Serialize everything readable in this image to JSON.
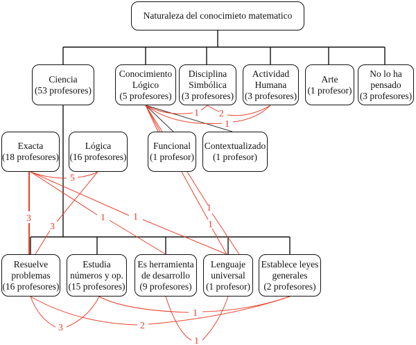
{
  "root": {
    "id": "root",
    "lines": [
      "Naturaleza del conocimieto matematico"
    ]
  },
  "nodes": [
    {
      "id": "ciencia",
      "lines": [
        "Ciencia",
        "(53 profesores)"
      ]
    },
    {
      "id": "conocimiento",
      "lines": [
        "Conocimiento",
        "Lógico",
        "(5 profesores)"
      ]
    },
    {
      "id": "disciplina",
      "lines": [
        "Disciplina",
        "Simbólica",
        "(3 profesores)"
      ]
    },
    {
      "id": "actividad",
      "lines": [
        "Actividad",
        "Humana",
        "(3 profesores)"
      ]
    },
    {
      "id": "arte",
      "lines": [
        "Arte",
        "(1 profesor)"
      ]
    },
    {
      "id": "nolohapensado",
      "lines": [
        "No lo ha",
        "pensado",
        "(3 profesores)"
      ]
    },
    {
      "id": "exacta",
      "lines": [
        "Exacta",
        "(18 profesores)"
      ]
    },
    {
      "id": "logica",
      "lines": [
        "Lógica",
        "(16 profesores)"
      ]
    },
    {
      "id": "funcional",
      "lines": [
        "Funcional",
        "(1 profesor)"
      ]
    },
    {
      "id": "contextualizado",
      "lines": [
        "Contextualizado",
        "(1 profesor)"
      ]
    },
    {
      "id": "resuelve",
      "lines": [
        "Resuelve",
        "problemas",
        "(16 profesores)"
      ]
    },
    {
      "id": "estudia",
      "lines": [
        "Estudia",
        "números y op.",
        "(15 profesores)"
      ]
    },
    {
      "id": "herramienta",
      "lines": [
        "Es herramienta",
        "de desarrollo",
        "(9 profesores)"
      ]
    },
    {
      "id": "lenguaje",
      "lines": [
        "Lenguaje",
        "universal",
        "(1 profesor)"
      ]
    },
    {
      "id": "establece",
      "lines": [
        "Establece leyes",
        "generales",
        "(2 profesores)"
      ]
    }
  ],
  "hierarchy": [
    {
      "from": "root",
      "to": [
        "ciencia",
        "conocimiento",
        "disciplina",
        "actividad",
        "arte",
        "nolohapensado"
      ]
    },
    {
      "from": "ciencia",
      "to": [
        "resuelve",
        "estudia",
        "herramienta",
        "lenguaje",
        "establece"
      ]
    },
    {
      "from": "conocimiento",
      "to": [
        "funcional",
        "contextualizado"
      ]
    }
  ],
  "relations": [
    {
      "from": "conocimiento",
      "to": "disciplina",
      "weight": "1"
    },
    {
      "from": "disciplina",
      "to": "actividad",
      "weight": "2"
    },
    {
      "from": "conocimiento",
      "to": "actividad",
      "weight": "1"
    },
    {
      "from": "exacta",
      "to": "logica",
      "weight": "5"
    },
    {
      "from": "exacta",
      "to": "resuelve",
      "weight": "3"
    },
    {
      "from": "logica",
      "to": "resuelve",
      "weight": "3"
    },
    {
      "from": "exacta",
      "to": "herramienta",
      "weight": "1"
    },
    {
      "from": "exacta",
      "to": "lenguaje",
      "weight": "1"
    },
    {
      "from": "funcional",
      "to": "lenguaje",
      "weight": "1"
    },
    {
      "from": "funcional",
      "to": "lenguaje",
      "weight": "1"
    },
    {
      "from": "resuelve",
      "to": "estudia",
      "weight": "3"
    },
    {
      "from": "resuelve",
      "to": "establece",
      "weight": "2"
    },
    {
      "from": "estudia",
      "to": "establece",
      "weight": "1"
    },
    {
      "from": "herramienta",
      "to": "lenguaje",
      "weight": "1"
    }
  ],
  "colors": {
    "relation": "#e8412c",
    "hierarchy": "#111111",
    "secondary": "#333333"
  }
}
